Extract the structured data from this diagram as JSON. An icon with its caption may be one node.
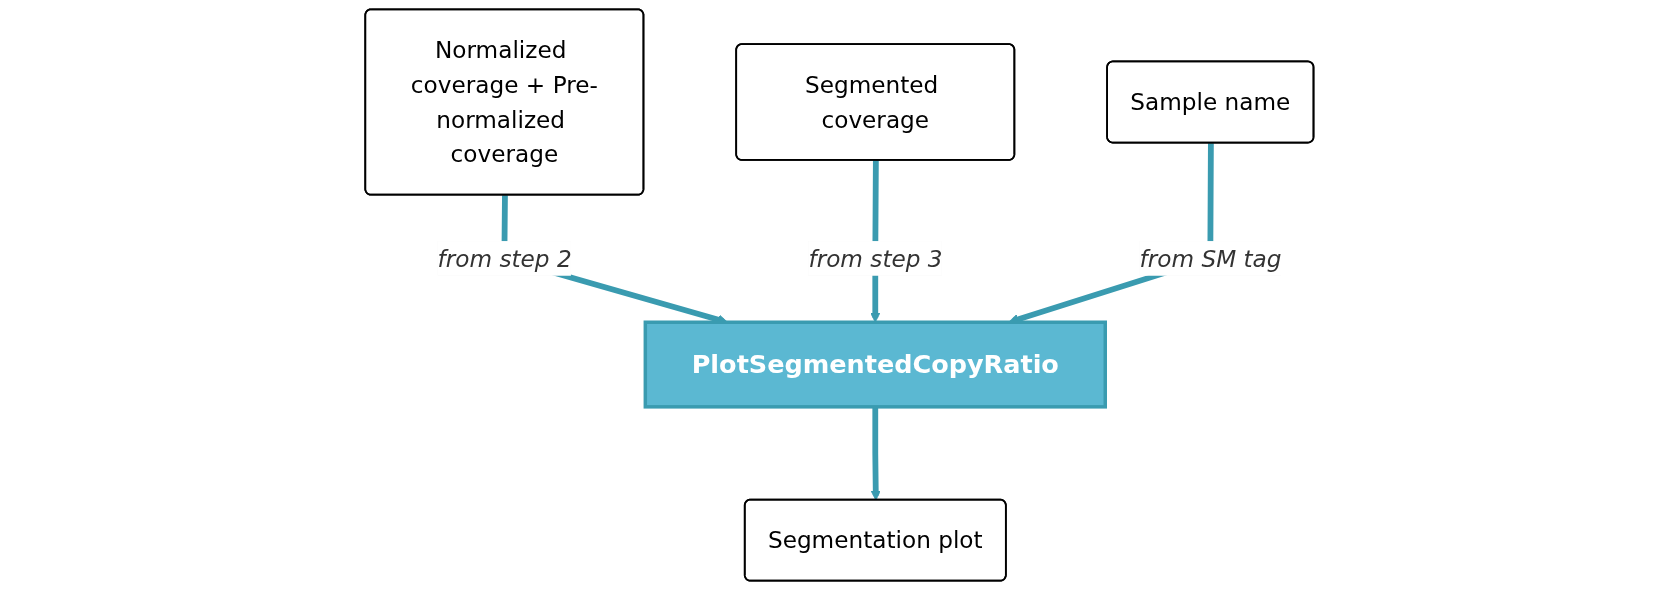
{
  "diagram": {
    "nodes": [
      {
        "text": [
          "Normalized coverage + Pre-normalized coverage"
        ]
      },
      {
        "text": [
          "Segmented coverage"
        ]
      },
      {
        "text": [
          "Sample name"
        ]
      },
      {
        "text": [
          "PlotSegmentedCopyRatio"
        ]
      },
      {
        "text": [
          "Segmentation plot"
        ]
      }
    ],
    "edges": [
      {
        "from": 0,
        "to": 3,
        "arrow": "to",
        "label": "from step 2"
      },
      {
        "from": 1,
        "to": 3,
        "arrow": "to",
        "label": "from step 3"
      },
      {
        "from": 2,
        "to": 3,
        "arrow": "to",
        "label": "from SM tag"
      },
      {
        "from": 3,
        "to": 4,
        "arrow": "to"
      }
    ]
  }
}
